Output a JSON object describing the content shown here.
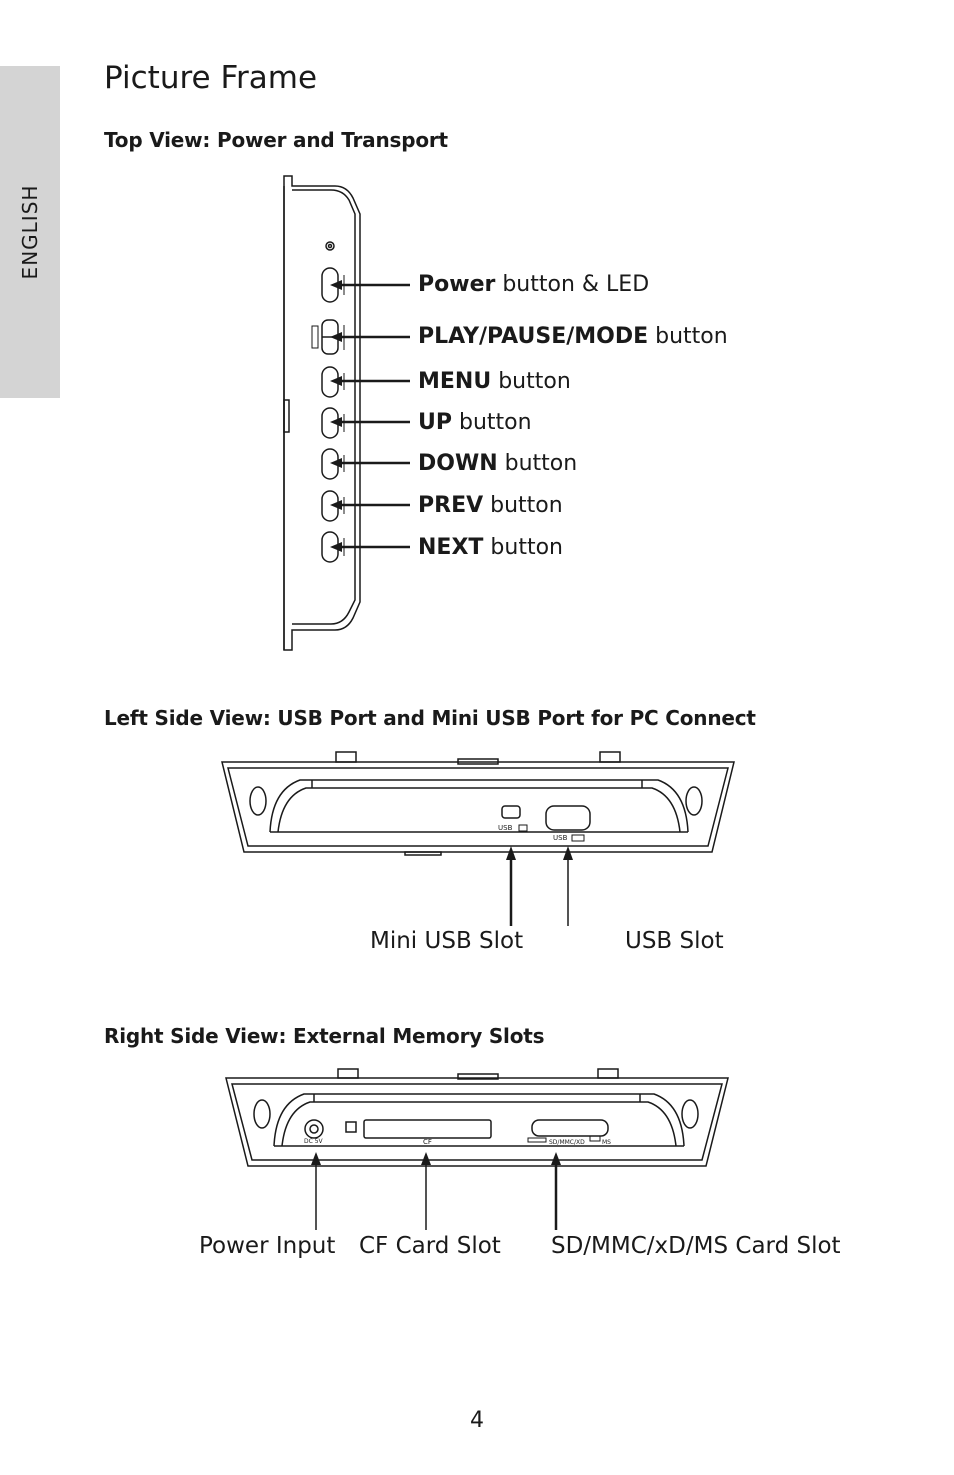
{
  "side_tab": {
    "label": "ENGLISH"
  },
  "title": "Picture Frame",
  "top_view": {
    "heading": "Top View: Power and Transport",
    "callouts": [
      {
        "bold": "Power",
        "rest": " button & LED"
      },
      {
        "bold": "PLAY/PAUSE/MODE",
        "rest": " button"
      },
      {
        "bold": "MENU",
        "rest": " button"
      },
      {
        "bold": "UP",
        "rest": " button"
      },
      {
        "bold": "DOWN",
        "rest": " button"
      },
      {
        "bold": "PREV",
        "rest": " button"
      },
      {
        "bold": "NEXT",
        "rest": " button"
      }
    ]
  },
  "left_view": {
    "heading": "Left Side View: USB Port and Mini USB Port for PC Connect",
    "mini_usb_mark": "USB",
    "usb_mark": "USB",
    "captions": {
      "mini_usb": "Mini USB Slot",
      "usb": "USB Slot"
    }
  },
  "right_view": {
    "heading": "Right Side View: External Memory Slots",
    "dc_mark": "DC 5V",
    "cf_mark": "CF",
    "sd_mark": "SD/MMC/XD",
    "ms_mark": "MS",
    "captions": {
      "power_input": "Power Input",
      "cf_slot": "CF Card Slot",
      "sd_slot": "SD/MMC/xD/MS Card Slot"
    }
  },
  "page_number": "4"
}
